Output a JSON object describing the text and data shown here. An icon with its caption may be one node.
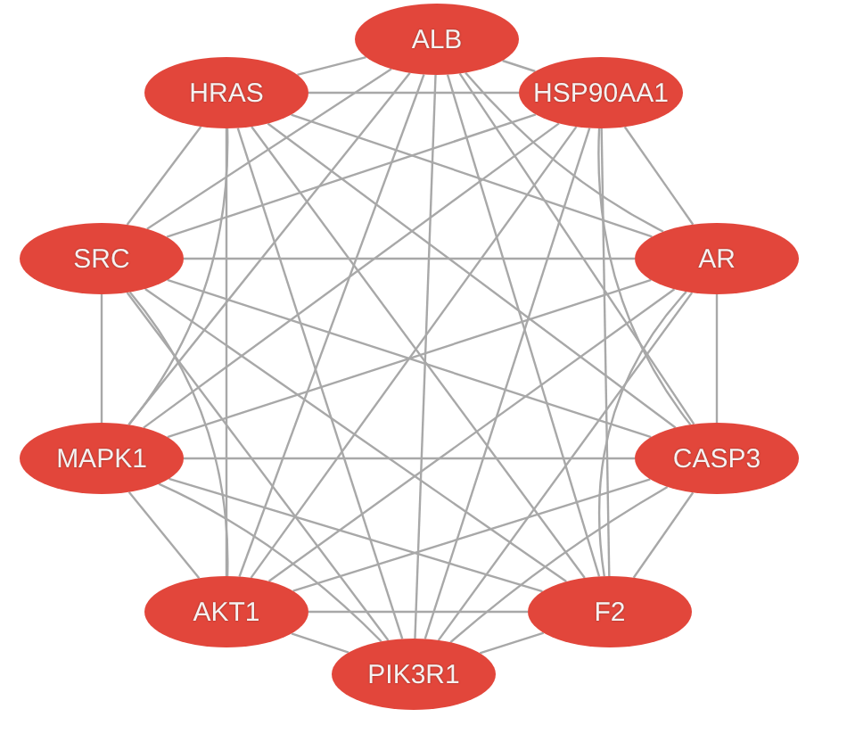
{
  "diagram": {
    "nodes": [
      {
        "text": [
          "ALB"
        ]
      },
      {
        "text": [
          "HRAS"
        ]
      },
      {
        "text": [
          "HSP90AA1"
        ]
      },
      {
        "text": [
          "SRC"
        ]
      },
      {
        "text": [
          "AR"
        ]
      },
      {
        "text": [
          "MAPK1"
        ]
      },
      {
        "text": [
          "CASP3"
        ]
      },
      {
        "text": [
          "AKT1"
        ]
      },
      {
        "text": [
          "F2"
        ]
      },
      {
        "text": [
          "PIK3R1"
        ]
      }
    ],
    "edges": [
      {
        "from": 0,
        "to": 1,
        "arrow": "none"
      },
      {
        "from": 0,
        "to": 2,
        "arrow": "none"
      },
      {
        "from": 0,
        "to": 3,
        "arrow": "none"
      },
      {
        "from": 0,
        "to": 4,
        "arrow": "none"
      },
      {
        "from": 0,
        "to": 5,
        "arrow": "none"
      },
      {
        "from": 0,
        "to": 6,
        "arrow": "none"
      },
      {
        "from": 0,
        "to": 7,
        "arrow": "none"
      },
      {
        "from": 0,
        "to": 8,
        "arrow": "none"
      },
      {
        "from": 0,
        "to": 9,
        "arrow": "none"
      },
      {
        "from": 1,
        "to": 2,
        "arrow": "none"
      },
      {
        "from": 1,
        "to": 3,
        "arrow": "none"
      },
      {
        "from": 1,
        "to": 4,
        "arrow": "none"
      },
      {
        "from": 1,
        "to": 5,
        "arrow": "none"
      },
      {
        "from": 1,
        "to": 6,
        "arrow": "none"
      },
      {
        "from": 1,
        "to": 7,
        "arrow": "none"
      },
      {
        "from": 1,
        "to": 8,
        "arrow": "none"
      },
      {
        "from": 1,
        "to": 9,
        "arrow": "none"
      },
      {
        "from": 2,
        "to": 3,
        "arrow": "none"
      },
      {
        "from": 2,
        "to": 4,
        "arrow": "none"
      },
      {
        "from": 2,
        "to": 5,
        "arrow": "none"
      },
      {
        "from": 2,
        "to": 6,
        "arrow": "none"
      },
      {
        "from": 2,
        "to": 7,
        "arrow": "none"
      },
      {
        "from": 2,
        "to": 8,
        "arrow": "none"
      },
      {
        "from": 2,
        "to": 9,
        "arrow": "none"
      },
      {
        "from": 3,
        "to": 4,
        "arrow": "none"
      },
      {
        "from": 3,
        "to": 5,
        "arrow": "none"
      },
      {
        "from": 3,
        "to": 6,
        "arrow": "none"
      },
      {
        "from": 3,
        "to": 7,
        "arrow": "none"
      },
      {
        "from": 3,
        "to": 8,
        "arrow": "none"
      },
      {
        "from": 3,
        "to": 9,
        "arrow": "none"
      },
      {
        "from": 4,
        "to": 5,
        "arrow": "none"
      },
      {
        "from": 4,
        "to": 6,
        "arrow": "none"
      },
      {
        "from": 4,
        "to": 7,
        "arrow": "none"
      },
      {
        "from": 4,
        "to": 8,
        "arrow": "none"
      },
      {
        "from": 4,
        "to": 9,
        "arrow": "none"
      },
      {
        "from": 5,
        "to": 6,
        "arrow": "none"
      },
      {
        "from": 5,
        "to": 7,
        "arrow": "none"
      },
      {
        "from": 5,
        "to": 8,
        "arrow": "none"
      },
      {
        "from": 5,
        "to": 9,
        "arrow": "none"
      },
      {
        "from": 6,
        "to": 7,
        "arrow": "none"
      },
      {
        "from": 6,
        "to": 8,
        "arrow": "none"
      },
      {
        "from": 6,
        "to": 9,
        "arrow": "none"
      },
      {
        "from": 7,
        "to": 8,
        "arrow": "none"
      },
      {
        "from": 7,
        "to": 9,
        "arrow": "none"
      },
      {
        "from": 8,
        "to": 9,
        "arrow": "none"
      }
    ]
  }
}
